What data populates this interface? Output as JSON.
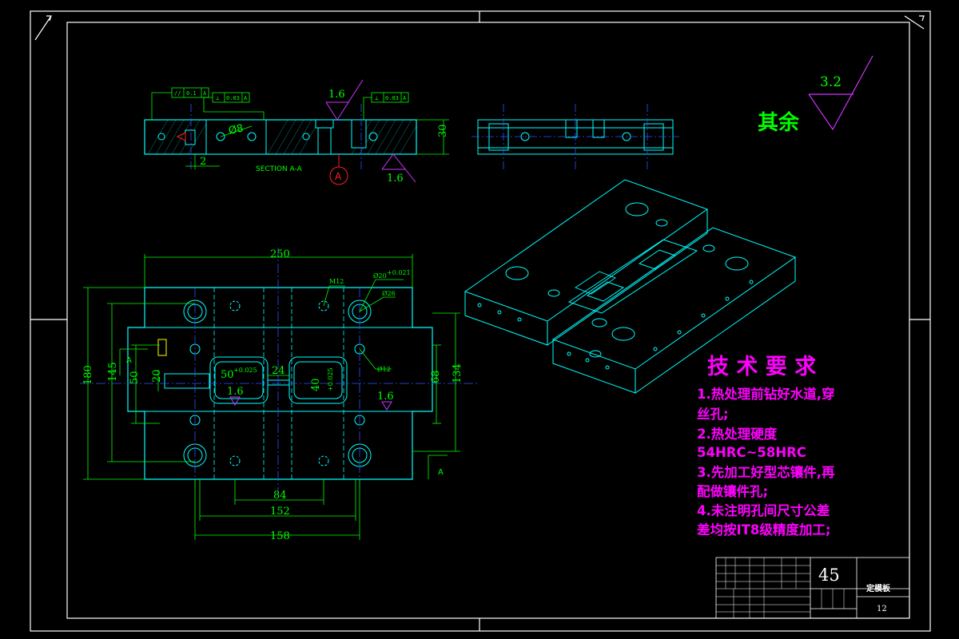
{
  "colors": {
    "background": "#000000",
    "frame": "#ffffff",
    "geometry": "#00ffff",
    "dimension": "#00ff00",
    "center_line": "#3050ff",
    "finish_symbol": "#cc33ff",
    "section_marker": "#ff2020",
    "notes": "#ff00ff",
    "yellow": "#ffff00"
  },
  "section": {
    "label": "SECTION A-A",
    "marker": "A",
    "tolerance_frames": [
      {
        "symbol": "//",
        "value": "0.1",
        "datum": "A"
      },
      {
        "symbol": "⊥",
        "value": "0.03",
        "datum": "A"
      },
      {
        "symbol": "⊥",
        "value": "0.03",
        "datum": "A"
      }
    ],
    "roughness_top": "1.6",
    "roughness_bottom": "1.6",
    "hole_dim": "Ø8",
    "thickness_dim": "30",
    "offset_dim": "2"
  },
  "surface_finish": {
    "value": "3.2",
    "label": "其余"
  },
  "plan": {
    "dim_width": "250",
    "dim_height_outer": "180",
    "dim_height_inner": "145",
    "dim_50": "50",
    "dim_20": "20",
    "dim_right_68": "68",
    "dim_right_134": "134",
    "dim_84": "84",
    "dim_152": "152",
    "dim_158": "158",
    "thread": "M12",
    "bore": "Ø20",
    "bore_tol": "+0.021",
    "counterbore": "Ø26",
    "hole_small": "Ø12",
    "pocket_left_w": "50",
    "pocket_left_tol": "+0.025",
    "pocket_gap": "24",
    "pocket_right_h": "40",
    "pocket_right_tol": "+0.025",
    "rough_left": "1.6",
    "rough_right": "1.6",
    "section_cut_label": "A"
  },
  "notes": {
    "title": "技 术 要 求",
    "lines": [
      "1.热处理前钻好水道,穿",
      "丝孔;",
      "2.热处理硬度",
      "54HRC~58HRC",
      "3.先加工好型芯镶件,再",
      "配做镶件孔;",
      "4.未注明孔间尺寸公差",
      "差均按IT8级精度加工;"
    ]
  },
  "title_block": {
    "material": "45",
    "part_name": "定模板",
    "drawing_no": "12"
  }
}
